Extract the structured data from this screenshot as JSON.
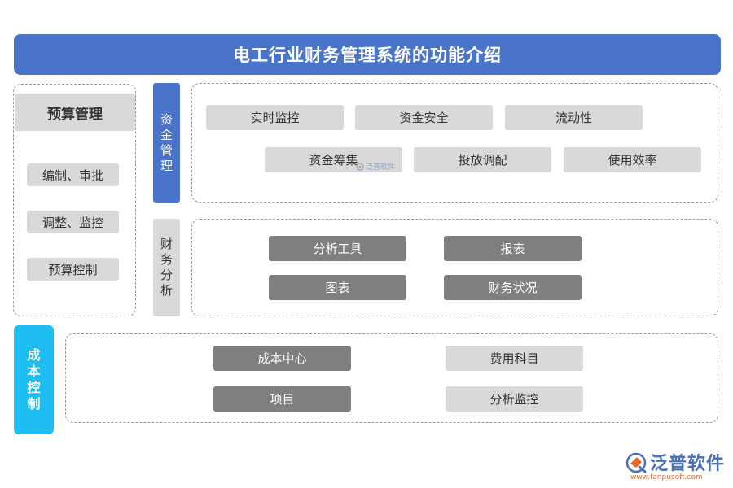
{
  "title": "电工行业财务管理系统的功能介绍",
  "budget": {
    "header": "预算管理",
    "items": [
      "编制、审批",
      "调整、监控",
      "预算控制"
    ]
  },
  "funds": {
    "tab": [
      "资",
      "金",
      "管",
      "理"
    ],
    "row1": [
      "实时监控",
      "资金安全",
      "流动性"
    ],
    "row2": [
      "资金筹集",
      "投放调配",
      "使用效率"
    ]
  },
  "finance": {
    "tab": [
      "财",
      "务",
      "分",
      "析"
    ],
    "items": [
      "分析工具",
      "报表",
      "图表",
      "财务状况"
    ]
  },
  "cost": {
    "tab": [
      "成",
      "本",
      "控",
      "制"
    ],
    "dark": [
      "成本中心",
      "项目"
    ],
    "light": [
      "费用科目",
      "分析监控"
    ]
  },
  "watermark": "泛普软件",
  "logo": {
    "name": "泛普软件",
    "url": "www.fanpusoft.com"
  },
  "colors": {
    "title_blue": "#4a74c9",
    "cyan": "#1ebdf2",
    "pill_light": "#d9d9d9",
    "pill_dark": "#7f7f7f"
  }
}
